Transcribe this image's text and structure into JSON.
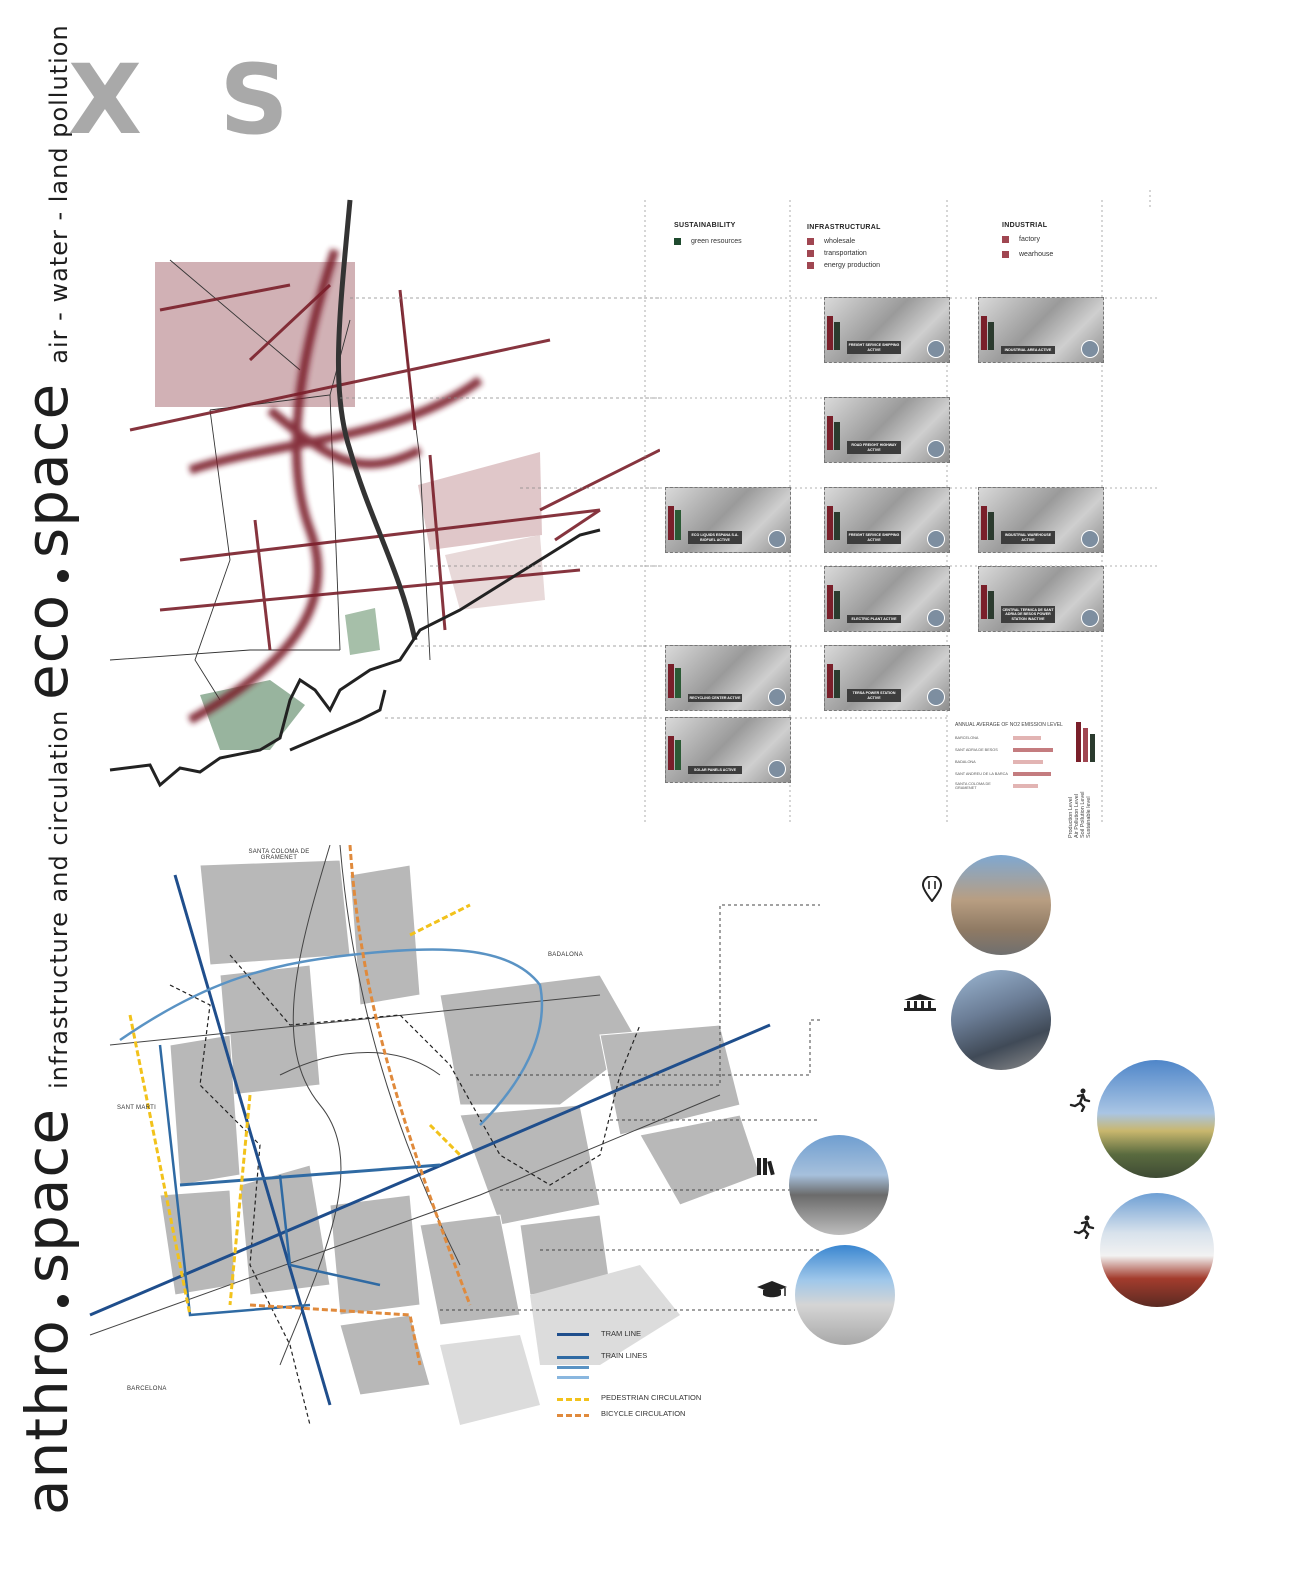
{
  "logo": "X S",
  "side": {
    "eco_word1": "eco",
    "eco_word2": "space",
    "eco_sub": "air - water - land pollution",
    "anthro_word1": "anthro",
    "anthro_word2": "space",
    "anthro_sub": "infrastructure and circulation"
  },
  "legend_top": {
    "sustainability": {
      "title": "SUSTAINABILITY",
      "items": [
        {
          "label": "green resources",
          "color": "#1f4a2e"
        }
      ]
    },
    "infrastructural": {
      "title": "INFRASTRUCTURAL",
      "items": [
        {
          "label": "wholesale",
          "color": "#a04651"
        },
        {
          "label": "transportation",
          "color": "#a04651"
        },
        {
          "label": "energy production",
          "color": "#a04651"
        }
      ]
    },
    "industrial": {
      "title": "INDUSTRIAL",
      "items": [
        {
          "label": "factory",
          "color": "#a04651"
        },
        {
          "label": "wearhouse",
          "color": "#a04651"
        }
      ]
    }
  },
  "cards": [
    {
      "label": "FREIGHT SERVICE SHIPPING ACTIVE"
    },
    {
      "label": "INDUSTRIAL AREA ACTIVE"
    },
    {
      "label": "ROAD FREIGHT HIGHWAY ACTIVE"
    },
    {
      "label": "ECO LIQUIDS ESPANA S.A. BIOFUEL ACTIVE"
    },
    {
      "label": "FREIGHT SERVICE SHIPPING ACTIVE"
    },
    {
      "label": "INDUSTRIAL WAREHOUSE ACTIVE"
    },
    {
      "label": "ELECTRIC PLANT ACTIVE"
    },
    {
      "label": "CENTRAL TERMICA DE SANT ADRIA DE BESOS POWER STATION INACTIVE"
    },
    {
      "label": "RECYCLING CENTER ACTIVE"
    },
    {
      "label": "TERSA POWER STATION ACTIVE"
    },
    {
      "label": "SOLAR PANELS ACTIVE"
    }
  ],
  "no2": {
    "title": "ANNUAL AVERAGE OF NO2 EMISSION LEVEL",
    "rows": [
      {
        "name": "BARCELONA",
        "value": 0.55
      },
      {
        "name": "SANT ADRIA DE BESOS",
        "value": 0.8
      },
      {
        "name": "BADALONA",
        "value": 0.6
      },
      {
        "name": "SANT ANDREU DE LA BARCA",
        "value": 0.75
      },
      {
        "name": "SANTA COLOMA DE GRAMENET",
        "value": 0.5
      }
    ],
    "scale_labels": [
      "Production Level",
      "Air Pollution Level",
      "Soil Pollution Level",
      "Sustainable level"
    ]
  },
  "map_labels": {
    "santa_coloma": "SANTA COLOMA DE GRAMENET",
    "badalona": "BADALONA",
    "sant_marti": "SANT MARTI",
    "barcelona": "BARCELONA"
  },
  "legend_bottom": {
    "tram": "TRAM LINE",
    "train": "TRAIN LINES",
    "pedestrian": "PEDESTRIAN CIRCULATION",
    "bicycle": "BICYCLE CIRCULATION",
    "colors": {
      "tram": "#1f4e8c",
      "train1": "#2f6aa3",
      "train2": "#5a93c4",
      "train3": "#8ab7df",
      "pedestrian": "#f2c21b",
      "bicycle": "#e08a3c"
    }
  },
  "photo_icons": [
    "pin-fork-knife-icon",
    "museum-icon",
    "running-icon",
    "books-icon",
    "running-icon",
    "graduation-cap-icon"
  ]
}
